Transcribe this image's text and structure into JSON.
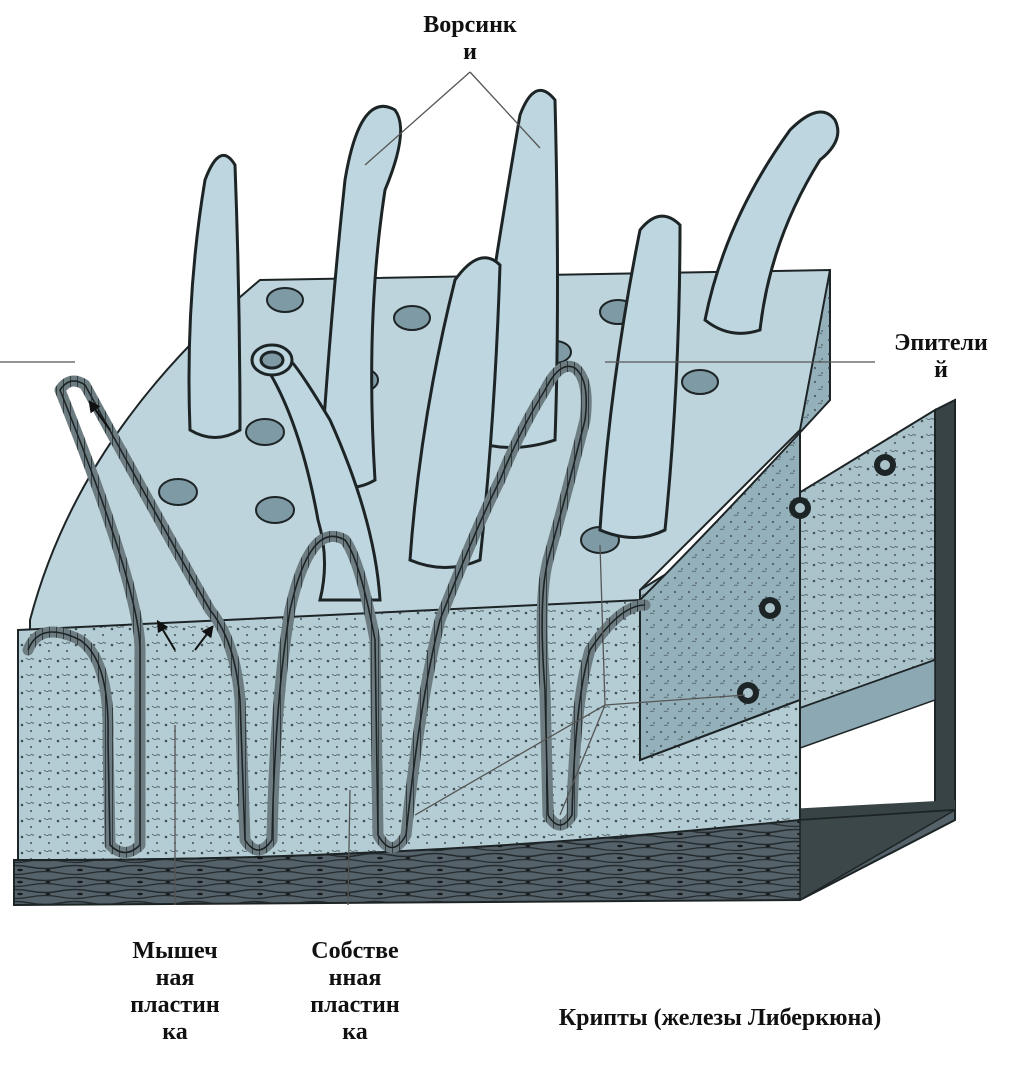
{
  "colors": {
    "tissue_light": "#b9d3dc",
    "tissue_mid": "#a6c2cd",
    "tissue_dark": "#7f9ea9",
    "epithelium": "#4d5b60",
    "muscle": "#4b5659",
    "outline": "#1d2426",
    "speckle": "#2f3a3d"
  },
  "labels": {
    "villi": [
      "Ворсинк",
      "и"
    ],
    "epithelium": [
      "Эпители",
      "й"
    ],
    "muscularis": [
      "Мышеч",
      "ная",
      "пластин",
      "ка"
    ],
    "lamina_propria": [
      "Собстве",
      "нная",
      "пластин",
      "ка"
    ],
    "crypts": "Крипты (железы Либеркюна)"
  },
  "icons": {
    "flow_arrows": "upward-flow-arrows-icon"
  }
}
